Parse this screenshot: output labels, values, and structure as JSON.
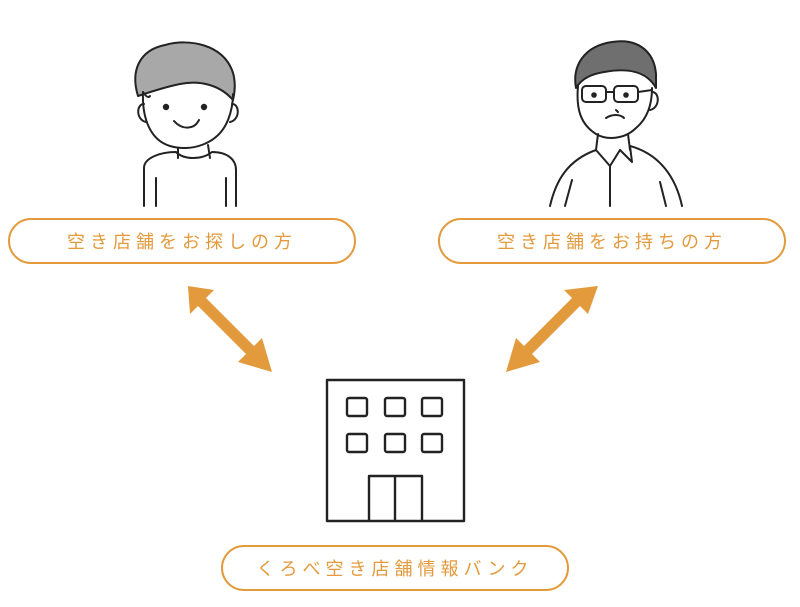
{
  "labels": {
    "seeker": "空き店舗をお探しの方",
    "owner": "空き店舗をお持ちの方",
    "bank": "くろべ空き店舗情報バンク"
  },
  "colors": {
    "accent": "#e39a3c",
    "line": "#222222",
    "hair": "#a8a8a8",
    "hair_dark": "#6f6f6f"
  },
  "icons": [
    "young-person-icon",
    "older-person-icon",
    "building-icon",
    "double-arrow-icon"
  ]
}
